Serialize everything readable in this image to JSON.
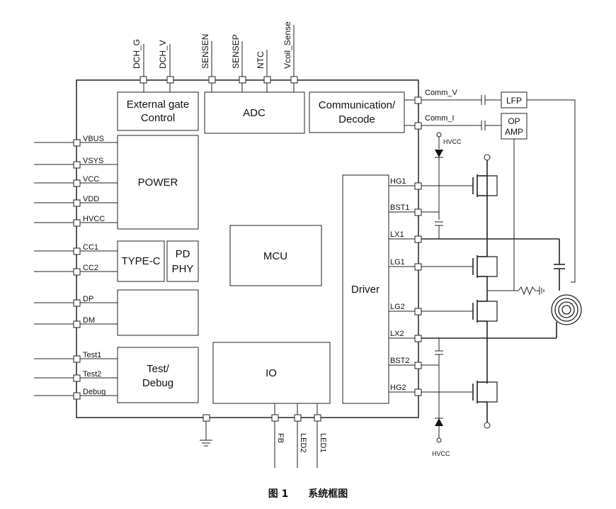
{
  "blocks": {
    "ext_gate": [
      "External gate",
      "Control"
    ],
    "adc": "ADC",
    "comm": [
      "Communication/",
      "Decode"
    ],
    "power": "POWER",
    "typec": "TYPE-C",
    "pdphy": [
      "PD",
      "PHY"
    ],
    "mcu": "MCU",
    "driver": "Driver",
    "test": [
      "Test/",
      "Debug"
    ],
    "io": "IO",
    "lfp": "LFP",
    "opamp": [
      "OP",
      "AMP"
    ]
  },
  "pins_top": [
    "DCH_G",
    "DCH_V",
    "SENSEN",
    "SENSEP",
    "NTC",
    "Vcoil_Sense"
  ],
  "pins_left": [
    "VBUS",
    "VSYS",
    "VCC",
    "VDD",
    "HVCC",
    "CC1",
    "CC2",
    "DP",
    "DM",
    "Test1",
    "Test2",
    "Debug"
  ],
  "pins_right": [
    "HG1",
    "BST1",
    "LX1",
    "LG1",
    "LG2",
    "LX2",
    "BST2",
    "HG2"
  ],
  "pins_bottom": [
    "FB",
    "LED2",
    "LED1"
  ],
  "comm_labels": [
    "Comm_V",
    "Comm_I"
  ],
  "supply_label": "HVCC",
  "caption": {
    "figure": "图 1",
    "title": "系统框图"
  }
}
